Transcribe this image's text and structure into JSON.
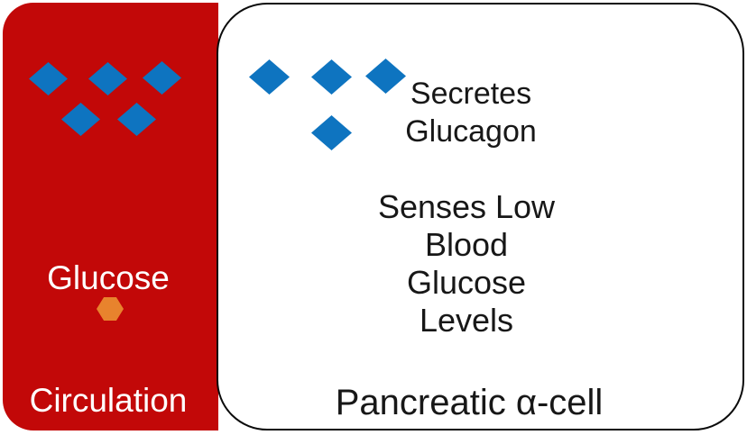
{
  "palette": {
    "red": "#C20808",
    "blue": "#0E74C0",
    "orange": "#E8832D",
    "outline": "#0B0B0B",
    "text_dark": "#171717",
    "text_light": "#FFFFFF",
    "bg": "#FFFFFF"
  },
  "circulation_box": {
    "glucose_label": "Glucose",
    "circulation_label": "Circulation",
    "glucagon_icon": "blue-diamond",
    "glucagon_icon_count": 5,
    "glucose_icon": "orange-hexagon",
    "glucose_icon_count": 1
  },
  "alpha_cell_box": {
    "title": "Pancreatic α-cell",
    "secretes_lines": [
      "Secretes",
      "Glucagon"
    ],
    "senses_lines": [
      "Senses Low",
      "Blood",
      "Glucose",
      "Levels"
    ],
    "glucagon_icon": "blue-diamond",
    "glucagon_icon_count": 4
  }
}
